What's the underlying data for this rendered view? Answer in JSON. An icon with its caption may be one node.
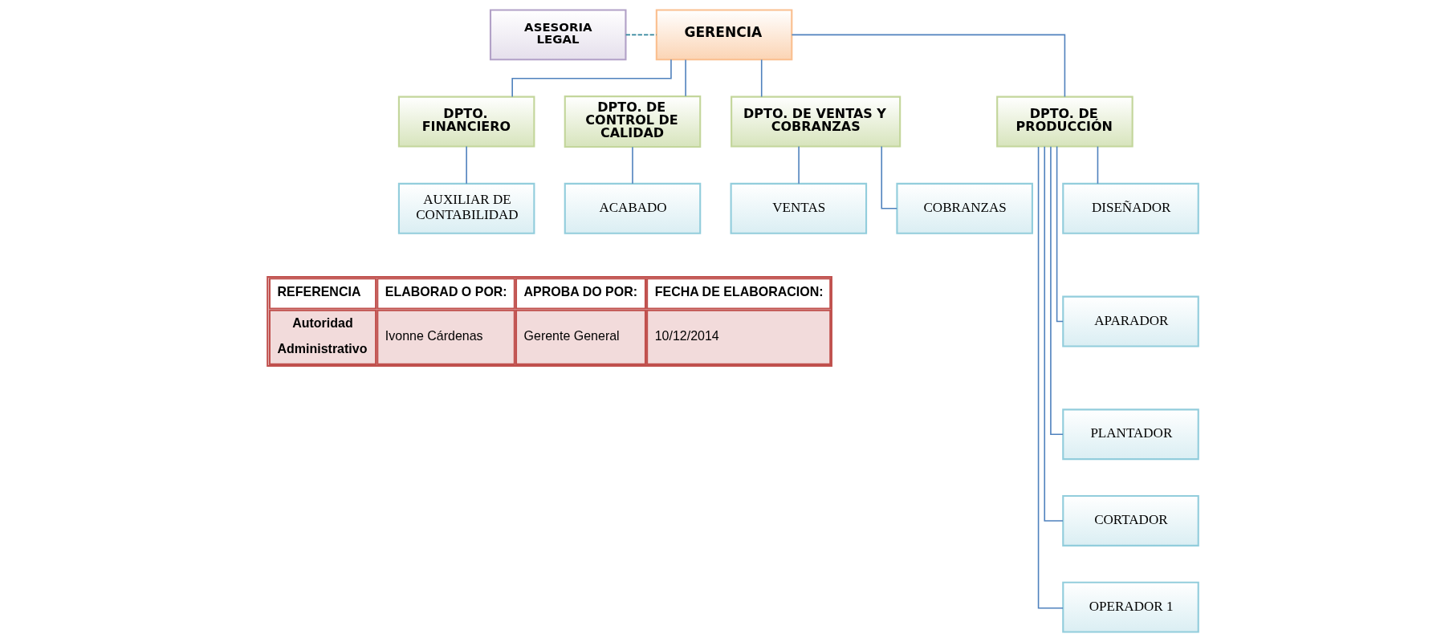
{
  "diagram": {
    "nodes": [
      {
        "text": [
          "ASESORIA LEGAL"
        ]
      },
      {
        "text": [
          "GERENCIA"
        ]
      },
      {
        "text": [
          "DPTO. FINANCIERO"
        ]
      },
      {
        "text": [
          "DPTO. DE CONTROL DE CALIDAD"
        ]
      },
      {
        "text": [
          "DPTO. DE VENTAS Y COBRANZAS"
        ]
      },
      {
        "text": [
          "DPTO. DE PRODUCCIÓN"
        ]
      },
      {
        "text": [
          "AUXILIAR DE CONTABILIDAD"
        ]
      },
      {
        "text": [
          "ACABADO"
        ]
      },
      {
        "text": [
          "VENTAS"
        ]
      },
      {
        "text": [
          "COBRANZAS"
        ]
      },
      {
        "text": [
          "DISEÑADOR"
        ]
      },
      {
        "text": [
          "APARADOR"
        ]
      },
      {
        "text": [
          "PLANTADOR"
        ]
      },
      {
        "text": [
          "CORTADOR"
        ]
      },
      {
        "text": [
          "OPERADOR 1"
        ]
      }
    ],
    "edges": [
      {
        "from": 0,
        "to": 1,
        "arrow": "none",
        "style": "dashed",
        "color": "#31859c"
      },
      {
        "from": 1,
        "to": 2,
        "arrow": "none"
      },
      {
        "from": 1,
        "to": 3,
        "arrow": "none"
      },
      {
        "from": 1,
        "to": 4,
        "arrow": "none"
      },
      {
        "from": 1,
        "to": 5,
        "arrow": "none"
      },
      {
        "from": 2,
        "to": 6,
        "arrow": "none"
      },
      {
        "from": 3,
        "to": 7,
        "arrow": "none"
      },
      {
        "from": 4,
        "to": 8,
        "arrow": "none"
      },
      {
        "from": 4,
        "to": 9,
        "arrow": "none"
      },
      {
        "from": 5,
        "to": 10,
        "arrow": "none"
      },
      {
        "from": 5,
        "to": 11,
        "arrow": "none"
      },
      {
        "from": 5,
        "to": 12,
        "arrow": "none"
      },
      {
        "from": 5,
        "to": 13,
        "arrow": "none"
      },
      {
        "from": 5,
        "to": 14,
        "arrow": "none"
      }
    ],
    "labels": [
      "REFERENCIA",
      "ELABORAD O POR:",
      "APROBA DO POR:",
      "FECHA DE ELABORACION:",
      "Autoridad",
      "Administrativo",
      "Ivonne Cárdenas",
      "Gerente General",
      "10/12/2014"
    ]
  }
}
